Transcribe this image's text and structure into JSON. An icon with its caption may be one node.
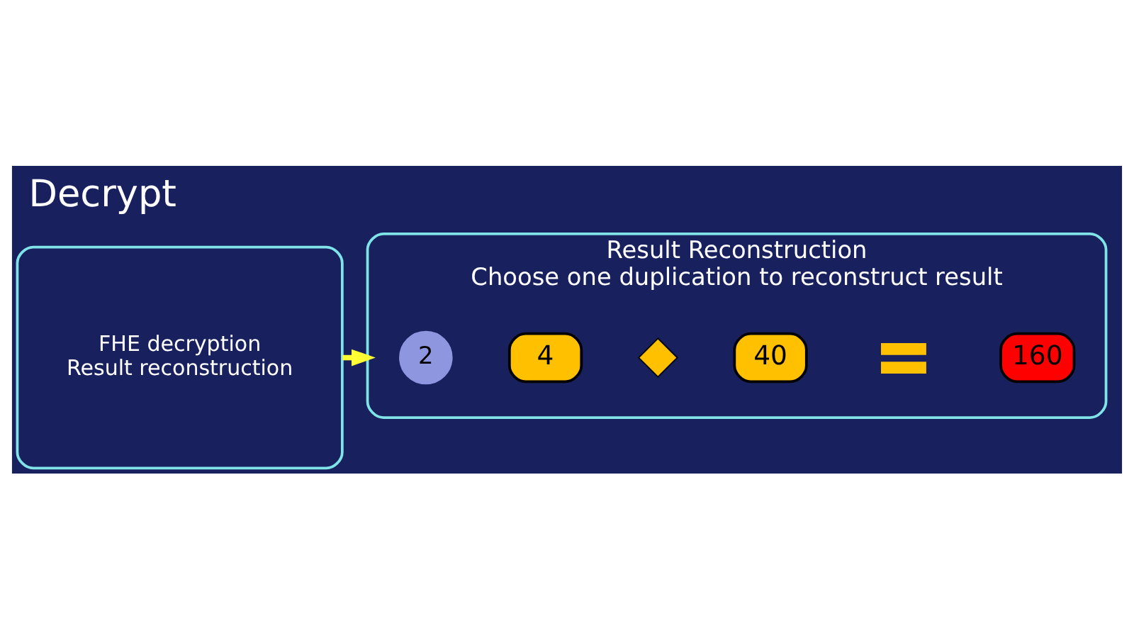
{
  "diagram": {
    "title": "Decrypt",
    "nodes": [
      {
        "text": [
          "FHE decryption",
          "Result reconstruction"
        ]
      },
      {
        "text": [
          "Result Reconstruction",
          "Choose one duplication to reconstruct result"
        ]
      },
      {
        "text": [
          "2"
        ],
        "in": 1
      },
      {
        "text": [
          "4"
        ],
        "in": 1
      },
      {
        "text": [],
        "shape": "cross",
        "in": 1
      },
      {
        "text": [
          "40"
        ],
        "in": 1
      },
      {
        "text": [],
        "shape": "bars",
        "in": 1
      },
      {
        "text": [
          "160"
        ],
        "in": 1
      }
    ],
    "edges": [
      {
        "from": 0,
        "to": 1,
        "arrow": "to"
      }
    ]
  }
}
